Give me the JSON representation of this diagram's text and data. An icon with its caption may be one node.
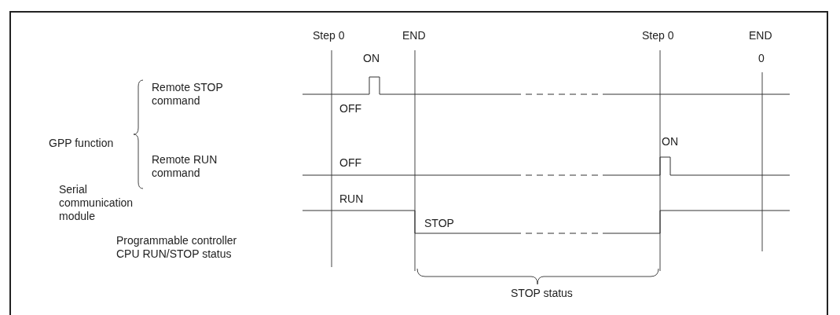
{
  "diagram": {
    "labels": [
      "Step 0",
      "END",
      "Step 0",
      "END",
      "ON",
      "0",
      "Remote STOP command",
      "OFF",
      "GPP function",
      "ON",
      "Remote RUN command",
      "OFF",
      "Serial communication module",
      "RUN",
      "STOP",
      "Programmable controller CPU RUN/STOP status",
      "STOP status"
    ]
  }
}
